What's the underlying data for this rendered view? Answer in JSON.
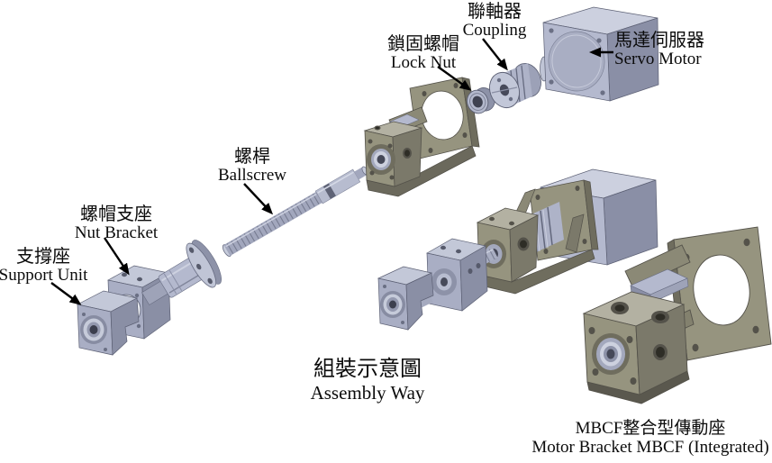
{
  "diagram": {
    "kind": "exploded-assembly-diagram",
    "title": {
      "zh": "組裝示意圖",
      "en": "Assembly Way"
    },
    "caption": {
      "zh": "MBCF整合型傳動座",
      "en": "Motor Bracket MBCF (Integrated)"
    },
    "labels": {
      "support_unit": {
        "zh": "支撐座",
        "en": "Support Unit"
      },
      "nut_bracket": {
        "zh": "螺帽支座",
        "en": "Nut Bracket"
      },
      "ballscrew": {
        "zh": "螺桿",
        "en": "Ballscrew"
      },
      "lock_nut": {
        "zh": "鎖固螺帽",
        "en": "Lock Nut"
      },
      "coupling": {
        "zh": "聯軸器",
        "en": "Coupling"
      },
      "servo_motor": {
        "zh": "馬達伺服器",
        "en": "Servo Motor"
      }
    },
    "colors": {
      "background": "#ffffff",
      "text": "#0b0b0b",
      "arrow": "#000000",
      "steel_part": "#b4b9ce",
      "bracket_part": "#96947f"
    }
  }
}
